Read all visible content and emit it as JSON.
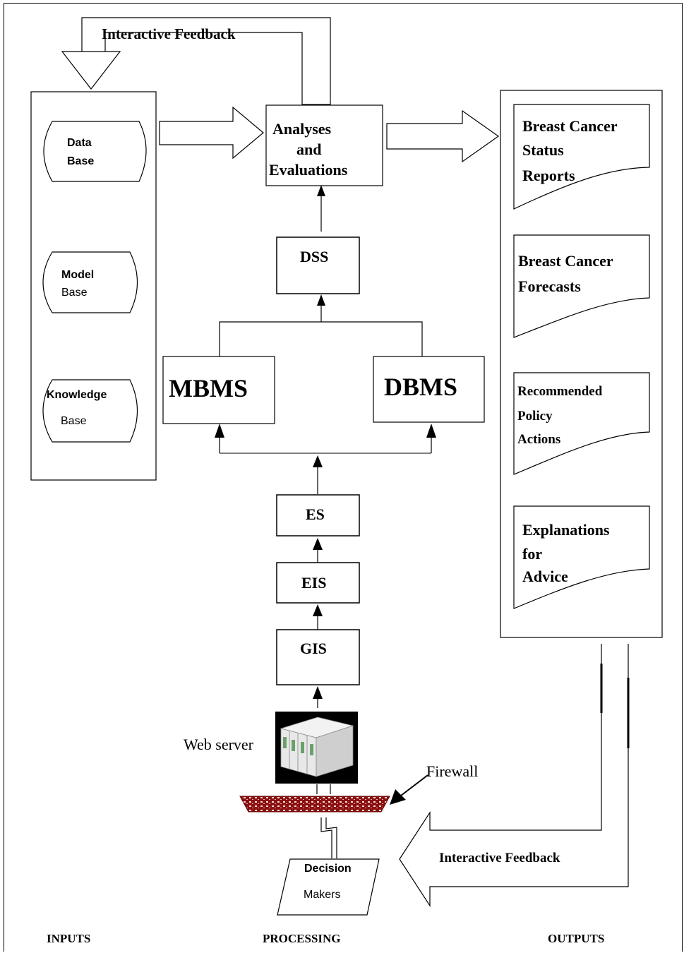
{
  "feedback_top": "Interactive Feedback",
  "inputs": {
    "data_base": [
      "Data",
      "Base"
    ],
    "model_base": [
      "Model",
      "Base"
    ],
    "knowledge_base": [
      "Knowledge",
      "Base"
    ]
  },
  "processing": {
    "analyses": [
      "Analyses",
      "and",
      "Evaluations"
    ],
    "dss": "DSS",
    "mbms": "MBMS",
    "dbms": "DBMS",
    "es": "ES",
    "eis": "EIS",
    "gis": "GIS",
    "web_server": "Web server",
    "firewall": "Firewall",
    "decision_makers": [
      "Decision",
      "Makers"
    ]
  },
  "outputs": {
    "status_reports": [
      "Breast Cancer",
      "Status",
      "Reports"
    ],
    "forecasts": [
      "Breast Cancer",
      "Forecasts"
    ],
    "policy": [
      "Recommended",
      "Policy",
      "Actions"
    ],
    "explanations": [
      "Explanations",
      "for",
      "Advice"
    ]
  },
  "feedback_bottom": "Interactive Feedback",
  "columns": {
    "inputs": "INPUTS",
    "processing": "PROCESSING",
    "outputs": "OUTPUTS"
  }
}
